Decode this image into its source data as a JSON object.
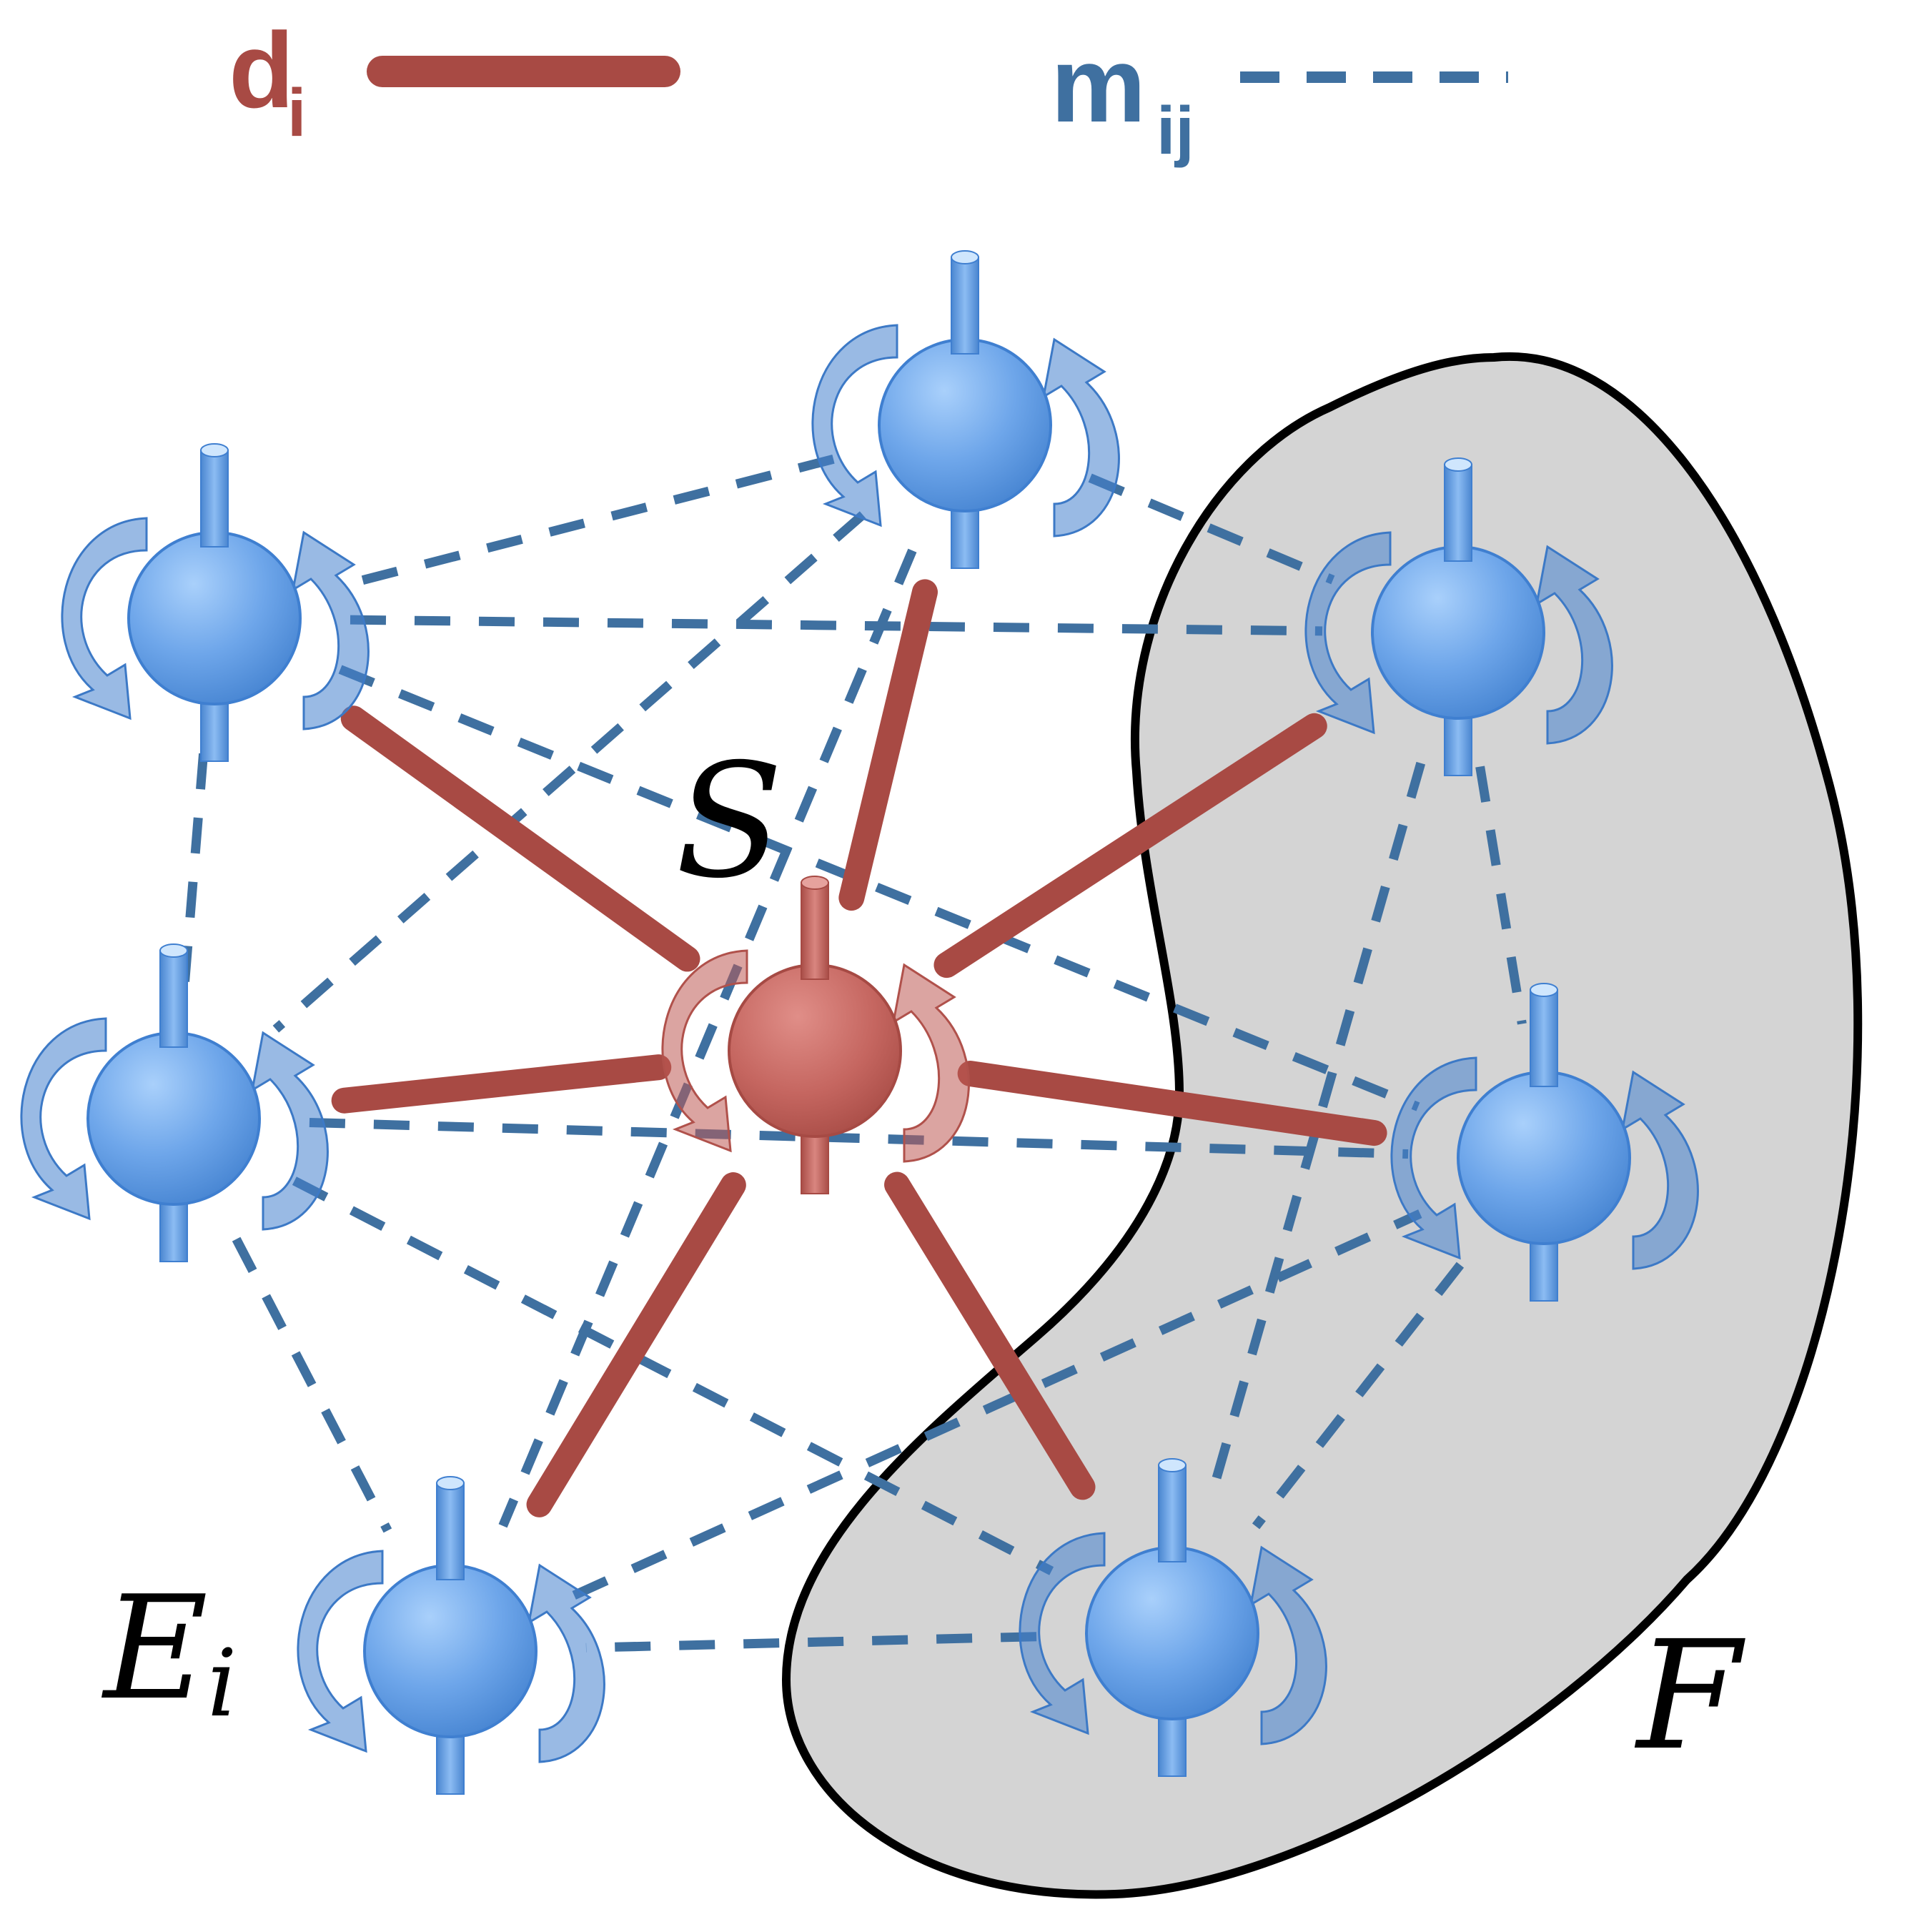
{
  "legend": {
    "d": {
      "main": "d",
      "sub": "i",
      "color": "#a84a44"
    },
    "m": {
      "main": "m",
      "sub": "ij",
      "color": "#3f70a0"
    }
  },
  "labels": {
    "system": "S",
    "environment_main": "E",
    "environment_sub": "i",
    "fragment": "F"
  },
  "colors": {
    "direct_coupling": "#a84a44",
    "mutual_coupling": "#3f70a0",
    "environment_spin": "#6fa3e6",
    "system_spin": "#c8655f",
    "fragment_fill": "#d4d4d4",
    "fragment_outline": "#000000"
  },
  "nodes": [
    {
      "id": "system",
      "role": "system",
      "icon": "spin-system-icon"
    },
    {
      "id": "env-1",
      "role": "environment",
      "icon": "spin-icon"
    },
    {
      "id": "env-2",
      "role": "environment",
      "icon": "spin-icon"
    },
    {
      "id": "env-3",
      "role": "environment",
      "icon": "spin-icon"
    },
    {
      "id": "env-4",
      "role": "environment",
      "icon": "spin-icon"
    },
    {
      "id": "env-5",
      "role": "environment",
      "icon": "spin-icon"
    },
    {
      "id": "env-6",
      "role": "environment",
      "icon": "spin-icon"
    },
    {
      "id": "env-7",
      "role": "environment",
      "icon": "spin-icon"
    }
  ],
  "direct_couplings": [
    [
      "system",
      "env-1"
    ],
    [
      "system",
      "env-2"
    ],
    [
      "system",
      "env-3"
    ],
    [
      "system",
      "env-4"
    ],
    [
      "system",
      "env-5"
    ],
    [
      "system",
      "env-6"
    ],
    [
      "system",
      "env-7"
    ]
  ],
  "mutual_couplings": [
    [
      "env-1",
      "env-2"
    ],
    [
      "env-1",
      "env-3"
    ],
    [
      "env-1",
      "env-4"
    ],
    [
      "env-1",
      "env-7"
    ],
    [
      "env-2",
      "env-3"
    ],
    [
      "env-2",
      "env-4"
    ],
    [
      "env-2",
      "env-5"
    ],
    [
      "env-3",
      "env-7"
    ],
    [
      "env-3",
      "env-5"
    ],
    [
      "env-3",
      "env-6"
    ],
    [
      "env-4",
      "env-5"
    ],
    [
      "env-4",
      "env-6"
    ],
    [
      "env-5",
      "env-6"
    ],
    [
      "env-6",
      "env-7"
    ],
    [
      "env-7",
      "env-5"
    ]
  ]
}
